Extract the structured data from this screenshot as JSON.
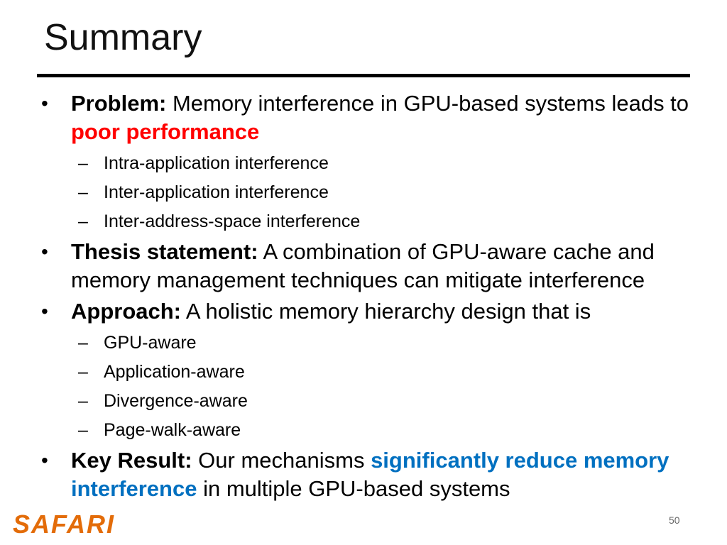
{
  "title": "Summary",
  "bullets": {
    "problem": {
      "label": "Problem:",
      "text": " Memory interference in GPU-based systems leads to ",
      "highlight": "poor performance",
      "subitems": [
        "Intra-application interference",
        "Inter-application interference",
        "Inter-address-space interference"
      ]
    },
    "thesis": {
      "label": "Thesis statement:",
      "text": " A combination of GPU-aware cache and memory management techniques can mitigate interference"
    },
    "approach": {
      "label": "Approach:",
      "text": " A holistic memory hierarchy design that is",
      "subitems": [
        "GPU-aware",
        "Application-aware",
        "Divergence-aware",
        "Page-walk-aware"
      ]
    },
    "result": {
      "label": "Key Result:",
      "text_before": " Our mechanisms ",
      "highlight": "significantly reduce memory interference",
      "text_after": " in multiple GPU-based systems"
    }
  },
  "symbols": {
    "bullet": "•",
    "dash": "–"
  },
  "footer": {
    "logo": "SAFARI",
    "page_number": "50"
  },
  "colors": {
    "emphasis_red": "#ff0000",
    "emphasis_blue": "#0070c0",
    "logo": "#e36c09"
  }
}
